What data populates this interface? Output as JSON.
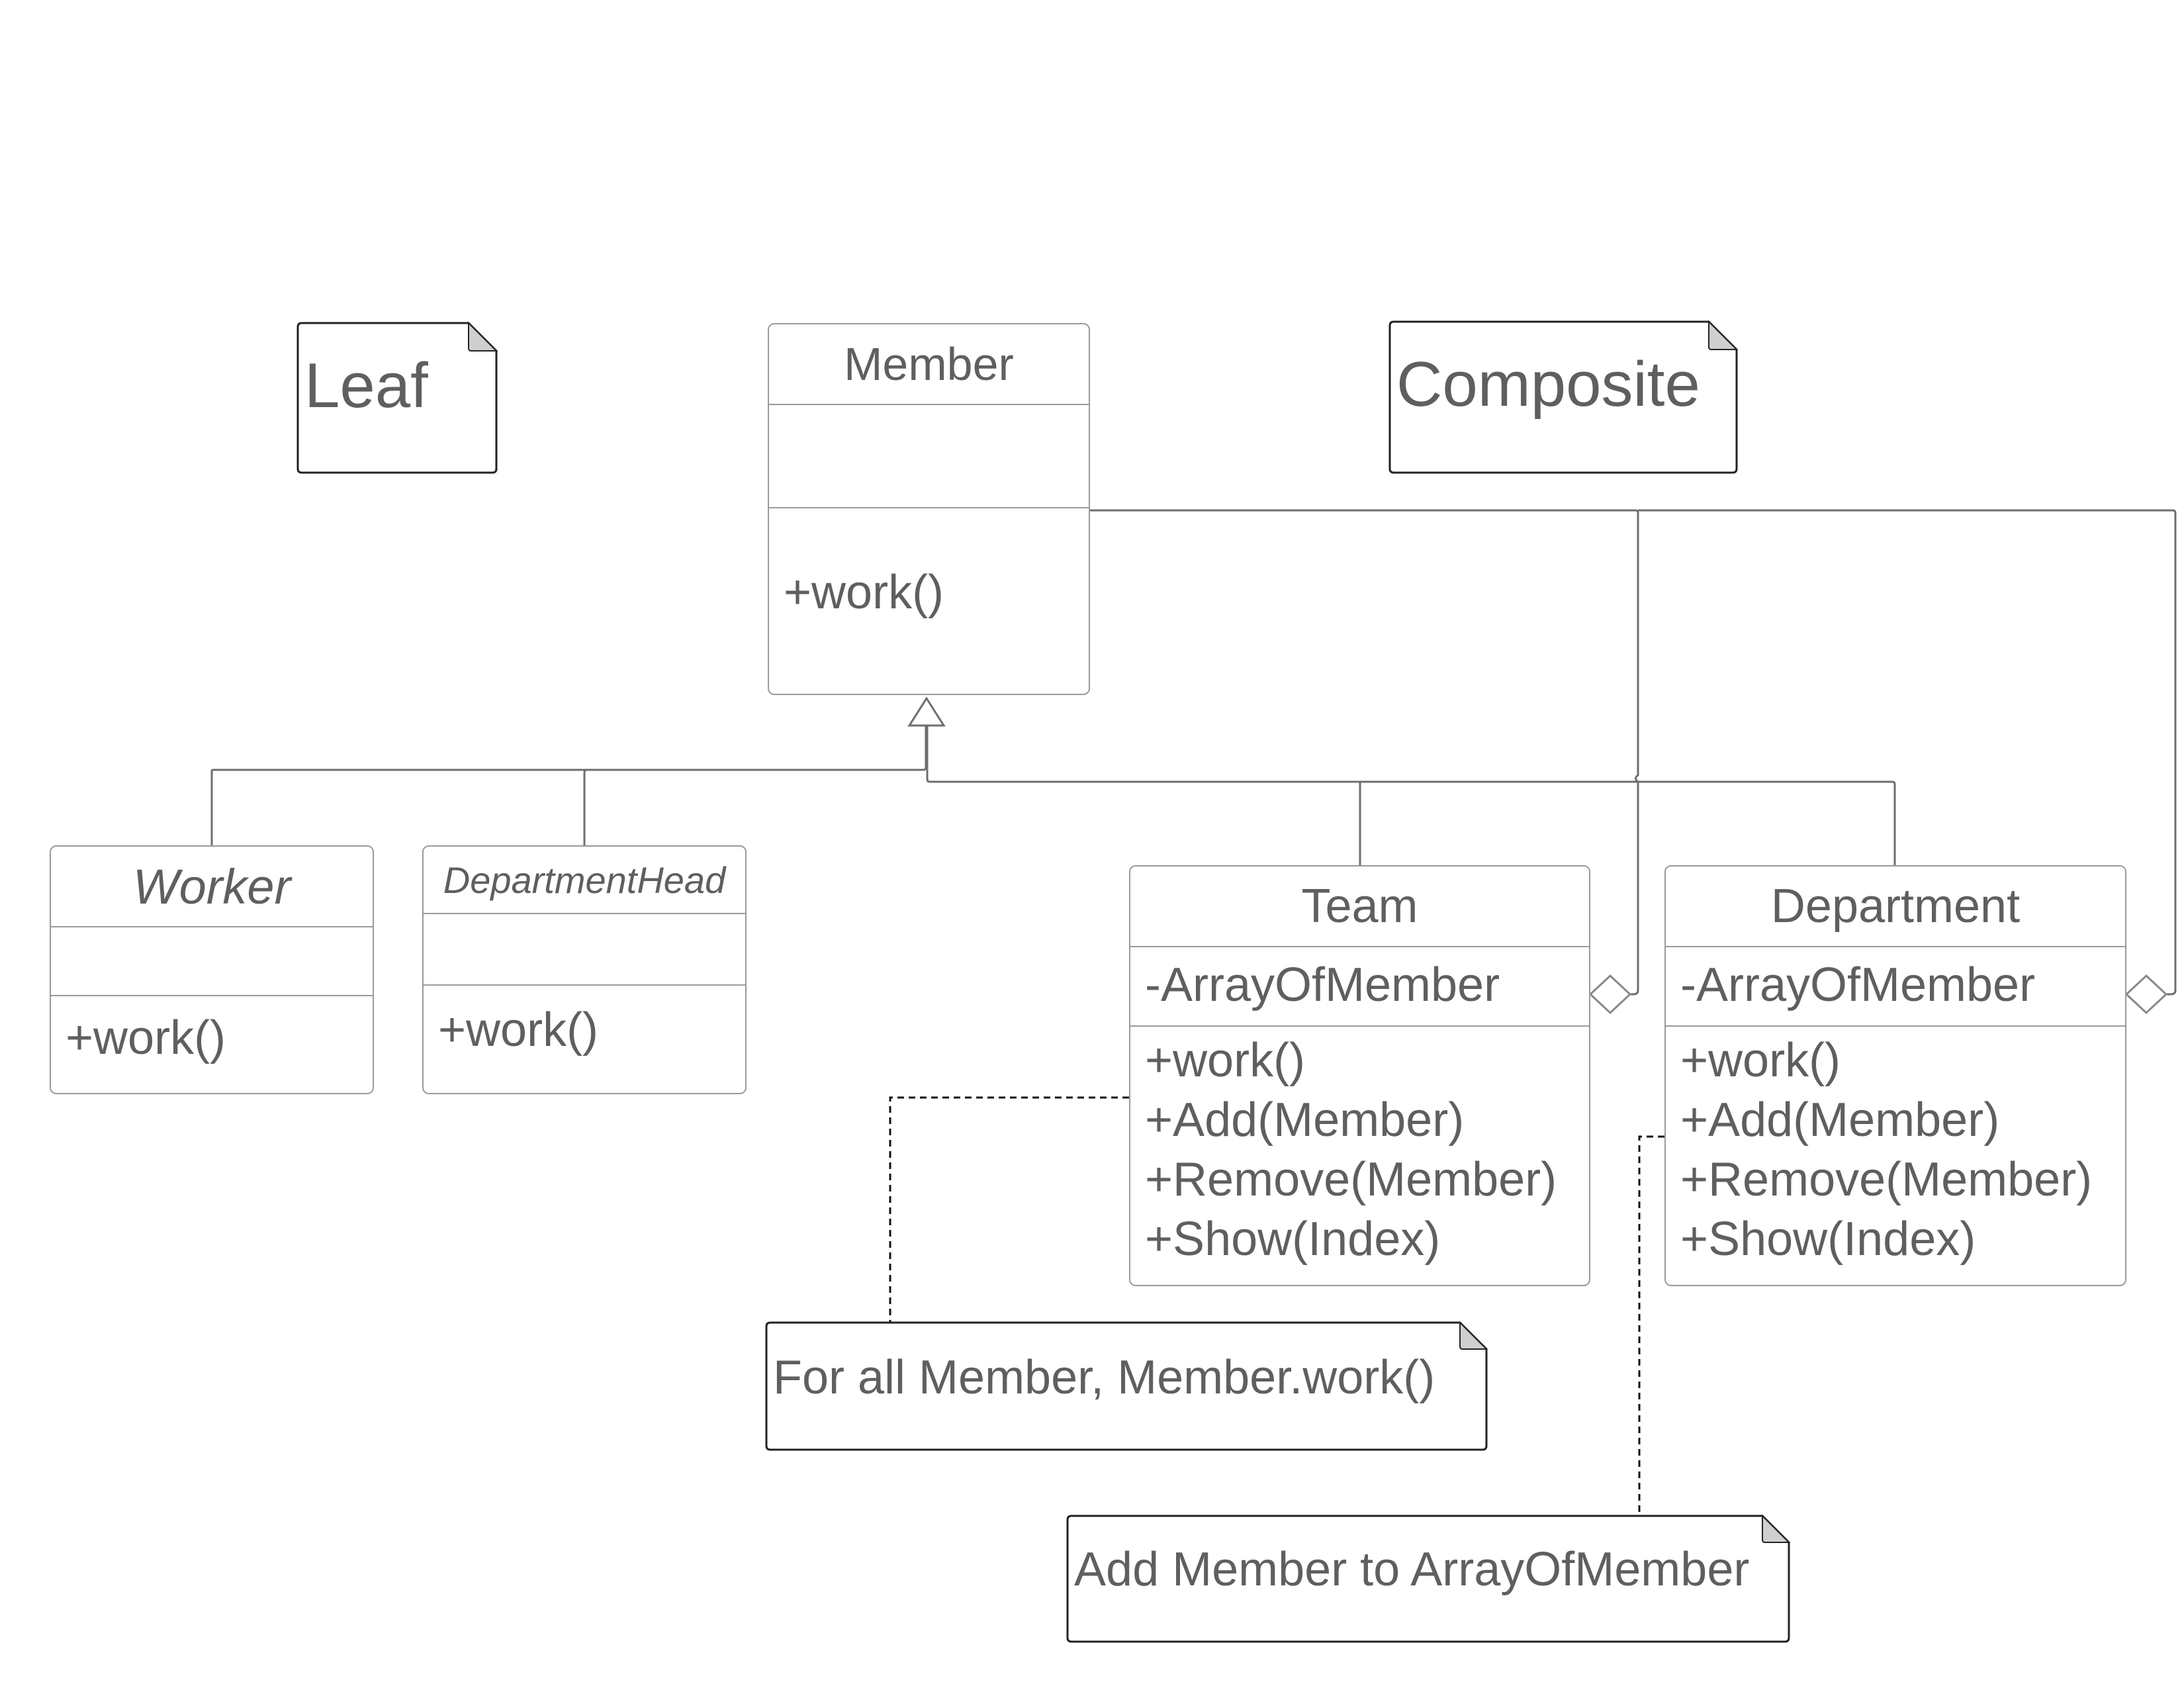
{
  "notes": {
    "leaf": "Leaf",
    "composite": "Composite",
    "team_work": "For all Member, Member.work()",
    "department_add": "Add Member to ArrayOfMember"
  },
  "classes": {
    "member": {
      "name": "Member",
      "attributes": [],
      "operations": [
        "+work()"
      ]
    },
    "worker": {
      "name": "Worker",
      "abstract": true,
      "attributes": [],
      "operations": [
        "+work()"
      ]
    },
    "department_head": {
      "name": "DepartmentHead",
      "abstract": true,
      "attributes": [],
      "operations": [
        "+work()"
      ]
    },
    "team": {
      "name": "Team",
      "attributes": [
        "-ArrayOfMember"
      ],
      "operations": [
        "+work()",
        "+Add(Member)",
        "+Remove(Member)",
        "+Show(Index)"
      ]
    },
    "department": {
      "name": "Department",
      "attributes": [
        "-ArrayOfMember"
      ],
      "operations": [
        "+work()",
        "+Add(Member)",
        "+Remove(Member)",
        "+Show(Index)"
      ]
    }
  },
  "relationships": [
    {
      "type": "generalization",
      "from": "Worker",
      "to": "Member"
    },
    {
      "type": "generalization",
      "from": "DepartmentHead",
      "to": "Member"
    },
    {
      "type": "generalization",
      "from": "Team",
      "to": "Member"
    },
    {
      "type": "generalization",
      "from": "Department",
      "to": "Member"
    },
    {
      "type": "aggregation",
      "whole": "Team",
      "part": "Member"
    },
    {
      "type": "aggregation",
      "whole": "Department",
      "part": "Member"
    },
    {
      "type": "note-link",
      "note": "For all Member, Member.work()",
      "target": "Team"
    },
    {
      "type": "note-link",
      "note": "Add Member to ArrayOfMember",
      "target": "Department"
    }
  ],
  "colors": {
    "line": "#6e6e6e",
    "box_border": "#9a9a9a",
    "note_border": "#222222",
    "note_fold": "#cfcfcf",
    "text": "#5f5f5f"
  }
}
